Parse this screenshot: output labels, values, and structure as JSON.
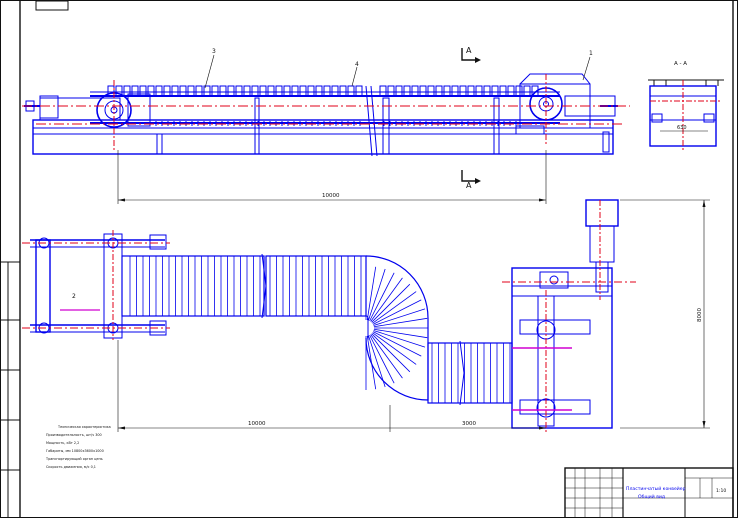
{
  "drawing": {
    "section_mark_top": "А",
    "section_mark_bottom": "А",
    "section_view_title": "А - А",
    "callouts": [
      "1",
      "2",
      "3",
      "4"
    ],
    "dimensions": {
      "top_overall": "10000",
      "section_width": "630",
      "plan_left": "10000",
      "plan_mid": "3000",
      "plan_height": "8000"
    },
    "tech_notes": [
      "Техническая характеристика",
      "Производительность, шт/ч       300",
      "Мощность, кВт                  2,2",
      "Габариты, мм          10800х3600х1000",
      "Транспортирующий орган      цепь",
      "Скорость движения, м/с           0,1"
    ],
    "title_block": {
      "name_line1": "Пластинчатый конвейер",
      "name_line2": "Общий вид",
      "sheet": "1:10"
    }
  }
}
